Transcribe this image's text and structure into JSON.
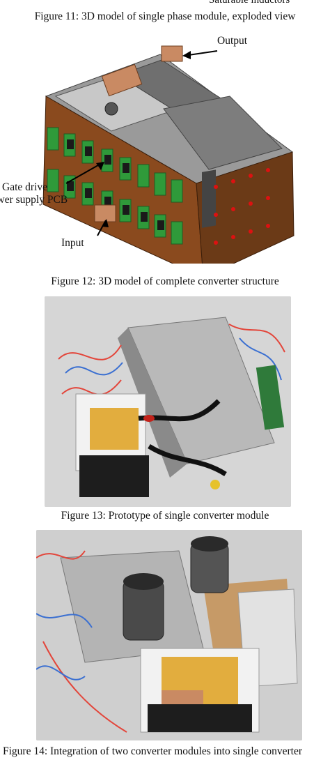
{
  "top_clip": {
    "text": "Saturable inductors"
  },
  "figures": [
    {
      "caption": "Figure 11: 3D model of single phase module, exploded view"
    },
    {
      "caption": "Figure 12: 3D model of complete converter structure"
    },
    {
      "caption": "Figure 13: Prototype of single converter module"
    },
    {
      "caption": "Figure 14: Integration of two converter modules into single converter"
    }
  ],
  "fig12_labels": {
    "output": "Output",
    "gate_drive_line1": "Gate drive",
    "gate_drive_line2": "power supply PCB",
    "input": "Input"
  },
  "colors": {
    "frame_brown": "#8a4a1e",
    "pcb_green": "#2f9a3a",
    "heatsink_gray": "#8f8f8f",
    "copper": "#c98a63",
    "kapton": "#e0a52a"
  }
}
